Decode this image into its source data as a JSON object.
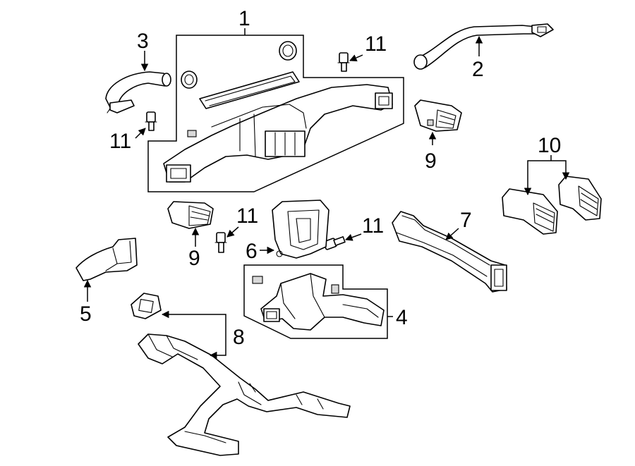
{
  "callouts": {
    "c1": "1",
    "c2": "2",
    "c3": "3",
    "c4": "4",
    "c5": "5",
    "c6": "6",
    "c7": "7",
    "c8": "8",
    "c9a": "9",
    "c9b": "9",
    "c10": "10",
    "c11a": "11",
    "c11b": "11",
    "c11c": "11",
    "c11d": "11"
  }
}
